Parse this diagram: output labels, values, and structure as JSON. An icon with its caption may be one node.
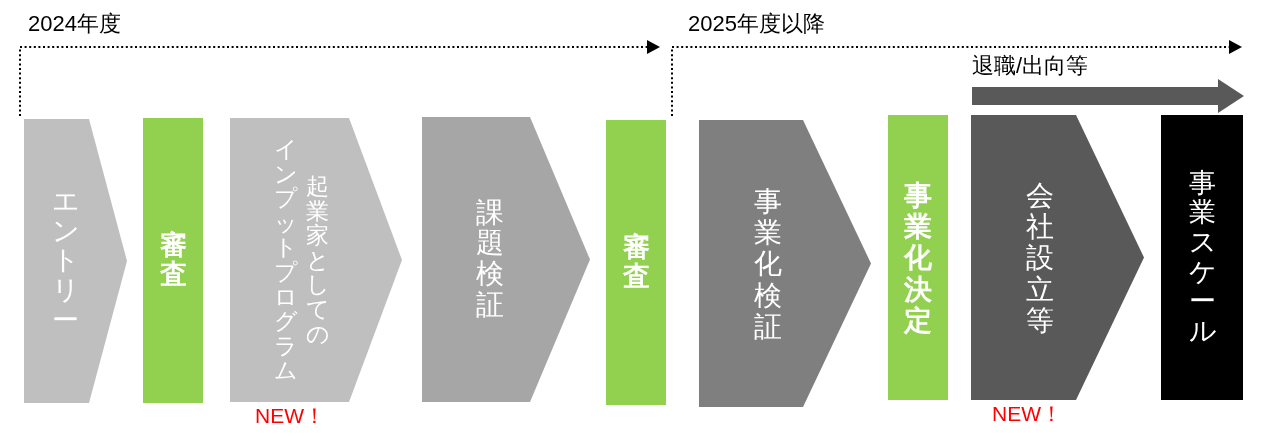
{
  "diagram": {
    "nodes": [
      {
        "text": [
          "エントリー"
        ]
      },
      {
        "text": [
          "審査"
        ]
      },
      {
        "text": [
          "起業家としてのインプットプログラム"
        ],
        "beside": [
          "NEW！"
        ]
      },
      {
        "text": [
          "課題検証"
        ]
      },
      {
        "text": [
          "審査"
        ]
      },
      {
        "text": [
          "事業化検証"
        ]
      },
      {
        "text": [
          "事業化決定"
        ]
      },
      {
        "text": [
          "会社設立等"
        ],
        "beside": [
          "NEW！"
        ]
      },
      {
        "text": [
          "事業スケール"
        ]
      }
    ],
    "labels": [
      "2024年度",
      "2025年度以降",
      "退職/出向等"
    ]
  }
}
